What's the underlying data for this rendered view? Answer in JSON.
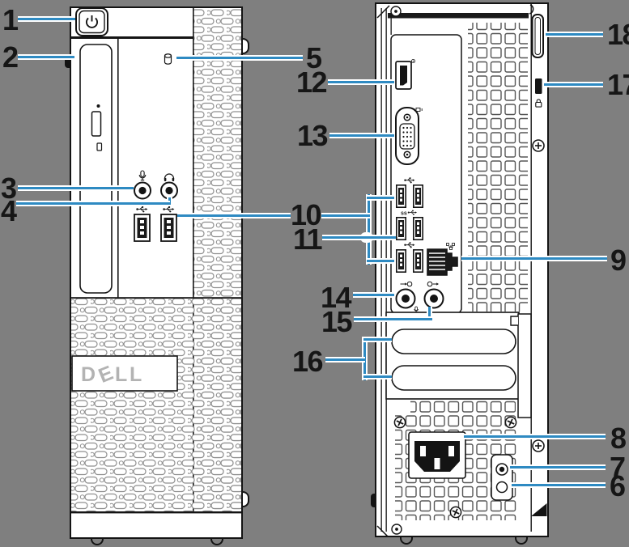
{
  "colors": {
    "background": "#7f7f7f",
    "outline": "#141414",
    "callout_line_blue": "#2e8ac2",
    "logo_gray": "#b3b3b3"
  },
  "front": {
    "logo_letters": {
      "l1": "D",
      "l2": "E",
      "l3": "L",
      "l4": "L"
    }
  },
  "back": {
    "usb3_icon_text": "ss"
  },
  "icons": {
    "power": "power-icon",
    "microphone": "microphone-icon",
    "headphone": "headphone-icon",
    "hard_drive": "hard-drive-icon",
    "usb": "usb-icon",
    "usb3": "usb-3.0-icon",
    "network": "network-icon",
    "line_in": "line-in-icon",
    "line_out": "line-out-icon",
    "vga": "vga-icon",
    "displayport": "displayport-icon",
    "lock": "lock-icon"
  },
  "callouts": {
    "c1": {
      "number": "1",
      "target": "power-button"
    },
    "c2": {
      "number": "2",
      "target": "optical-drive"
    },
    "c3": {
      "number": "3",
      "target": "microphone-connector"
    },
    "c4": {
      "number": "4",
      "target": "headphone-connector"
    },
    "c5": {
      "number": "5",
      "target": "hard-drive-activity-light"
    },
    "c6": {
      "number": "6",
      "target": "power-supply-diagnostic-light"
    },
    "c7": {
      "number": "7",
      "target": "power-supply-diagnostic-button"
    },
    "c8": {
      "number": "8",
      "target": "power-connector"
    },
    "c9": {
      "number": "9",
      "target": "network-connector"
    },
    "c10": {
      "number": "10",
      "target": "usb-2.0-connectors"
    },
    "c11": {
      "number": "11",
      "target": "usb-3.0-connectors"
    },
    "c12": {
      "number": "12",
      "target": "displayport-connector"
    },
    "c13": {
      "number": "13",
      "target": "vga-connector"
    },
    "c14": {
      "number": "14",
      "target": "line-in-connector"
    },
    "c15": {
      "number": "15",
      "target": "line-out-connector"
    },
    "c16": {
      "number": "16",
      "target": "expansion-card-slots"
    },
    "c17": {
      "number": "17",
      "target": "security-cable-slot"
    },
    "c18": {
      "number": "18",
      "target": "padlock-ring"
    }
  }
}
